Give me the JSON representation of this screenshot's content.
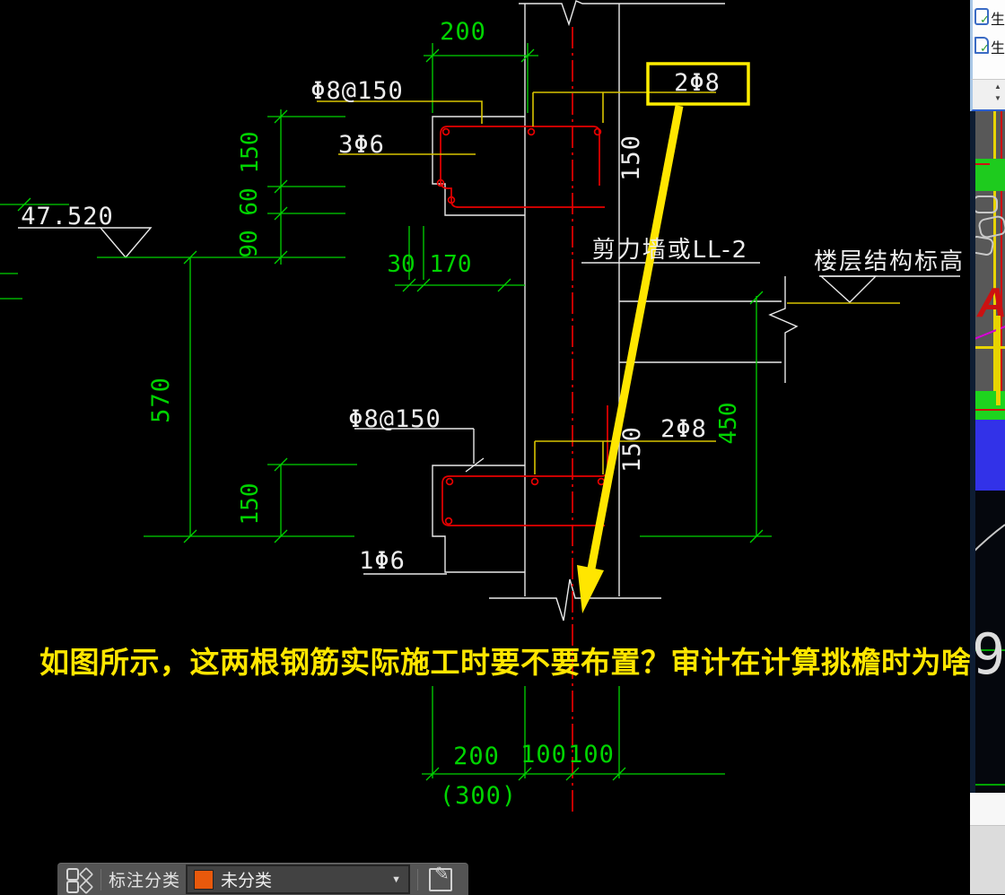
{
  "app": {
    "side_panel": {
      "menu_items": [
        {
          "label": "生"
        },
        {
          "label": "生"
        }
      ],
      "check_icon": "✓",
      "scroll_up_icon": "▲",
      "scroll_down_icon": "▼",
      "preview_letter": "A",
      "preview_digit": "9"
    },
    "toolbar": {
      "category_label": "标注分类",
      "dropdown_value": "未分类",
      "dropdown_arrow": "▼",
      "edit_icon_glyph": "✎",
      "swatch_color": "#e8590c"
    }
  },
  "drawing": {
    "question_text": "如图所示，这两根钢筋实际施工时要不要布置？审计在计算挑檐时为啥不给？",
    "elevation_value": "47.520",
    "wall_label": "剪力墙或LL-2",
    "floor_label": "楼层结构标高",
    "rebar_labels": {
      "top_spacing": "Φ8@150",
      "top_pair": "2Φ8",
      "top_corner": "3Φ6",
      "bottom_spacing": "Φ8@150",
      "bottom_pair": "2Φ8",
      "bottom_corner": "1Φ6"
    },
    "wall_width_top": "150",
    "wall_width_bottom": "150",
    "dims": {
      "overhang_top": "200",
      "chain_150": "150",
      "chain_60": "60",
      "chain_90": "90",
      "step_30": "30",
      "step_170": "170",
      "height_570": "570",
      "lower_150": "150",
      "right_450": "450",
      "bottom_200": "200",
      "bottom_100a": "100",
      "bottom_100b": "100",
      "bottom_total": "(300)"
    }
  },
  "colors": {
    "dim_green": "#00d400",
    "cad_white": "#e9e9e9",
    "rebar_red": "#e60000",
    "leader_yellow": "#d8c400",
    "highlight_yellow": "#ffe600"
  }
}
